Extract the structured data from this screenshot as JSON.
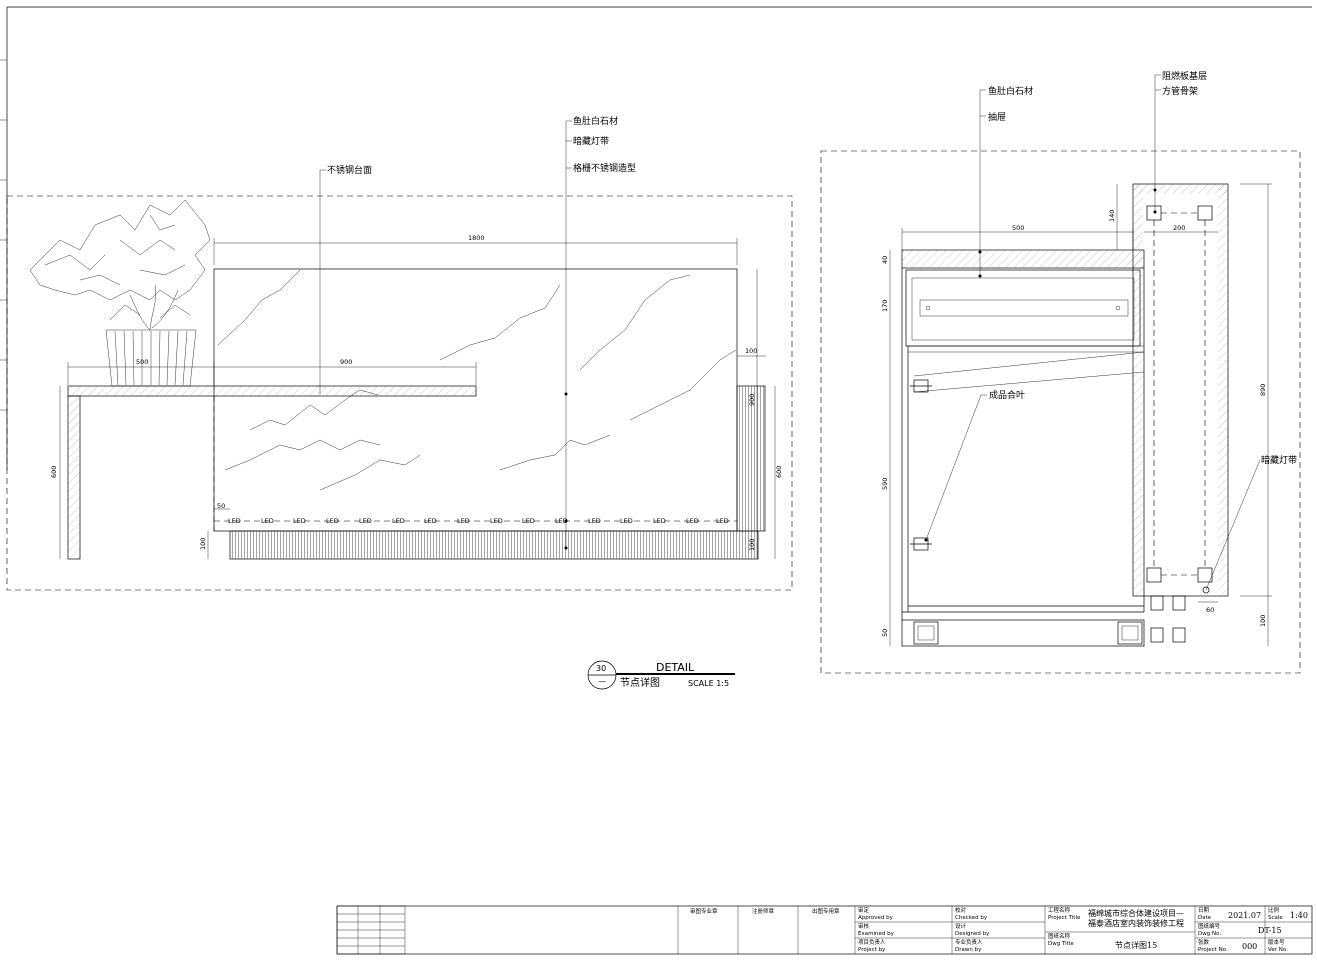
{
  "elevation": {
    "callouts": {
      "countertop": "不锈钢台面",
      "stone": "鱼肚白石材",
      "led_strip": "暗藏灯带",
      "grille": "格栅不锈钢造型"
    },
    "dimensions": {
      "total_width": "1800",
      "left_500": "500",
      "shelf_900": "900",
      "left_height": "600",
      "right_height": "600",
      "right_900": "900",
      "right_100": "100",
      "base_100": "100",
      "base_100_right": "100",
      "led_offset": "50"
    },
    "led_label": "LED"
  },
  "section": {
    "callouts": {
      "stone": "鱼肚白石材",
      "drawer": "抽屉",
      "fireproof": "阻燃板基层",
      "tube_frame": "方管骨架",
      "hinge": "成品合叶",
      "led_strip": "暗藏灯带"
    },
    "dimensions": {
      "top_width": "500",
      "top_40": "40",
      "drawer_170": "170",
      "door_590": "590",
      "base_50": "50",
      "col_140": "140",
      "col_200": "200",
      "col_890": "890",
      "col_60": "60",
      "col_100": "100"
    }
  },
  "detail_tag": {
    "number": "30",
    "sub": "—",
    "title": "DETAIL",
    "name": "节点详图",
    "scale": "SCALE 1:5"
  },
  "title_block": {
    "stamp_review": "审图专业章",
    "stamp_registered": "注册师章",
    "stamp_issue": "出图专用章",
    "approved_cn": "审定",
    "approved_en": "Approved by",
    "checked_cn": "校对",
    "checked_en": "Checked by",
    "examined_cn": "审核",
    "examined_en": "Examined by",
    "designed_cn": "设计",
    "designed_en": "Designed by",
    "project_lead_cn": "项目负责人",
    "project_lead_en": "Project by",
    "discipline_lead_cn": "专业负责人",
    "discipline_lead_en": "Drawn by",
    "project_title_cn": "工程名称",
    "project_title_en": "Project Title",
    "project_name_1": "福绵城市综合体建设项目—",
    "project_name_2": "福泰酒店室内装饰装修工程",
    "dwg_title_cn": "图纸名称",
    "dwg_title_en": "Dwg Title",
    "dwg_name": "节点详图15",
    "date_cn": "日期",
    "date_en": "Date",
    "date_val": "2021.07",
    "scale_cn": "比例",
    "scale_en": "Scale",
    "scale_val": "1:40",
    "dwg_no_cn": "图纸编号",
    "dwg_no_en": "Dwg No.",
    "dwg_no_val": "DT-15",
    "proj_no_cn": "张数",
    "proj_no_en": "Project No.",
    "proj_no_val": "000",
    "ver_cn": "版本号",
    "ver_en": "Ver No."
  }
}
